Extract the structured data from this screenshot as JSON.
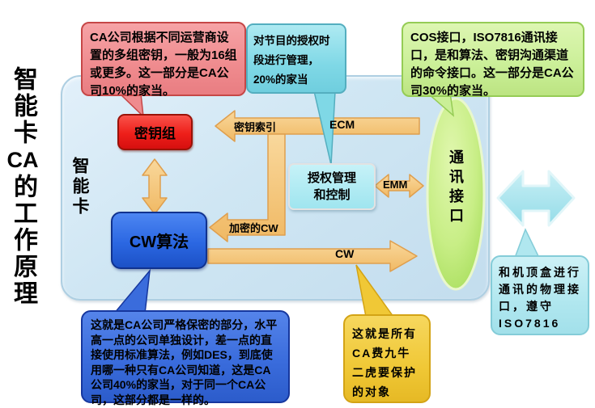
{
  "title": {
    "part1": "智能卡",
    "part2": "CA",
    "part3": "的工作原理"
  },
  "card": {
    "label": "智能卡"
  },
  "nodes": {
    "key_group": "密钥组",
    "cw_algorithm": "CW算法",
    "auth_line1": "授权管理",
    "auth_line2": "和控制",
    "comm_interface": "通讯接口"
  },
  "arrows": {
    "key_index": "密钥索引",
    "ecm": "ECM",
    "encrypted_cw": "加密的CW",
    "cw": "CW",
    "emm": "EMM"
  },
  "callouts": {
    "key_group_note": "CA公司根据不同运营商设置的多组密钥，一般为16组或更多。这一部分是CA公司10%的家当。",
    "auth_note": "对节目的授权时段进行管理，20%的家当",
    "cos_note": "COS接口，ISO7816通讯接口，是和算法、密钥沟通渠道的命令接口。这一部分是CA公司30%的家当。",
    "algorithm_note": "这就是CA公司严格保密的部分，水平高一点的公司单独设计，差一点的直接使用标准算法，例如DES，到底使用哪一种只有CA公司知道，这是CA公司40%的家当，对于同一个CA公司，这部分都是一样的。",
    "cw_protect_note": "这就是所有CA费九牛二虎要保护的对象",
    "physical_note": "和机顶盒进行通讯的物理接口，遵守ISO7816"
  },
  "colors": {
    "card_fill": "#cfe6f3",
    "arrow_orange": "#f6c87e",
    "arrow_orange_border": "#df9f4e",
    "node_red": "#ee1f1a",
    "node_blue": "#2b67e2",
    "node_auth_cyan": "#9fe5ef",
    "ellipse_green": "#bce973",
    "callout_pink": "#ef8b8e",
    "callout_cyan": "#7fd8e6",
    "callout_green": "#caef97",
    "callout_blue": "#3a6cdc",
    "callout_yellow": "#f0c836",
    "callout_cyan_light": "#b0e7ef",
    "big_arrow_cyan": "#a9e6ef"
  }
}
